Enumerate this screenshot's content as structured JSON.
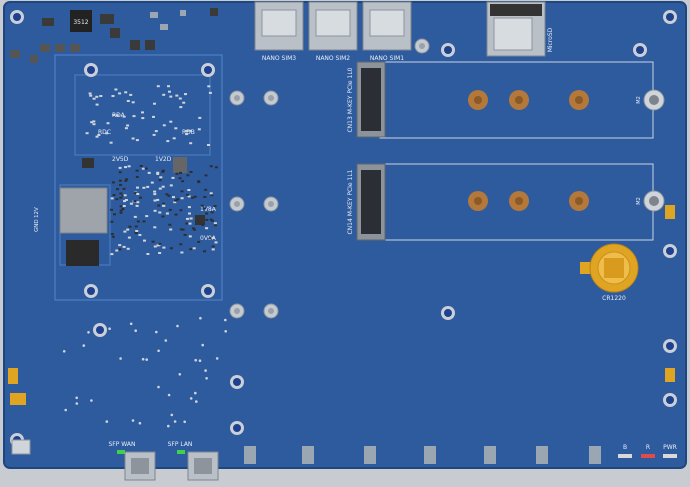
{
  "board": {
    "colors": {
      "pcb": "#2e5b9e",
      "frame": "#c8cbd0",
      "silk": "#e8eef7",
      "pad": "#9aa6b2",
      "gold": "#e0a423",
      "copper": "#b4783a"
    },
    "labels": {
      "sim3": "NANO SIM3",
      "sim2": "NANO SIM2",
      "sim1": "NANO SIM1",
      "microsd": "MicroSD",
      "m2_top": "CN13 M-KEY PCIe 1L0",
      "m2_bottom": "CN14 M-KEY PCIe 1L1",
      "m2_tag": "M2",
      "battery": "CR1220",
      "sfp_wan": "SFP WAN",
      "sfp_lan": "SFP LAN",
      "led_b": "B",
      "led_r": "R",
      "led_pwr": "PWR",
      "rda": "RDA",
      "rdc": "RDC",
      "rdb": "RDB",
      "v25d": "2V5D",
      "v12d": "1V2D",
      "v18a": "1V8A",
      "v09a": "0V9A",
      "gnd": "GND",
      "v12": "12V",
      "chip": "3512"
    }
  }
}
